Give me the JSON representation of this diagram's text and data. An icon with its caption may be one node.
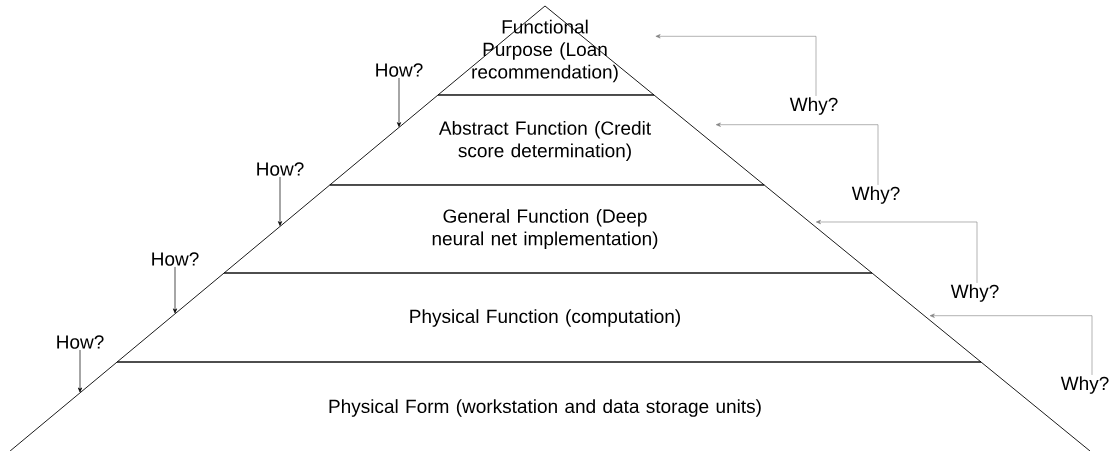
{
  "diagram": {
    "nodes": [
      {
        "text": [
          "Functional Purpose (Loan recommendation)"
        ]
      },
      {
        "text": [
          "Abstract Function (Credit score determination)"
        ]
      },
      {
        "text": [
          "General Function (Deep neural net implementation)"
        ]
      },
      {
        "text": [
          "Physical Function (computation)"
        ]
      },
      {
        "text": [
          "Physical Form (workstation and data storage units)"
        ]
      },
      {
        "text": [
          "How?"
        ]
      },
      {
        "text": [
          "How?"
        ]
      },
      {
        "text": [
          "How?"
        ]
      },
      {
        "text": [
          "How?"
        ]
      },
      {
        "text": [
          "Why?"
        ]
      },
      {
        "text": [
          "Why?"
        ]
      },
      {
        "text": [
          "Why?"
        ]
      },
      {
        "text": [
          "Why?"
        ]
      }
    ],
    "edges": [
      {
        "from": 5,
        "to": 1,
        "arrow": "to"
      },
      {
        "from": 6,
        "to": 2,
        "arrow": "to"
      },
      {
        "from": 7,
        "to": 3,
        "arrow": "to"
      },
      {
        "from": 8,
        "to": 4,
        "arrow": "to"
      },
      {
        "from": 9,
        "to": 0,
        "arrow": "to",
        "color": "#808080"
      },
      {
        "from": 10,
        "to": 1,
        "arrow": "to",
        "color": "#808080"
      },
      {
        "from": 11,
        "to": 2,
        "arrow": "to",
        "color": "#808080"
      },
      {
        "from": 12,
        "to": 3,
        "arrow": "to",
        "color": "#808080"
      }
    ]
  }
}
